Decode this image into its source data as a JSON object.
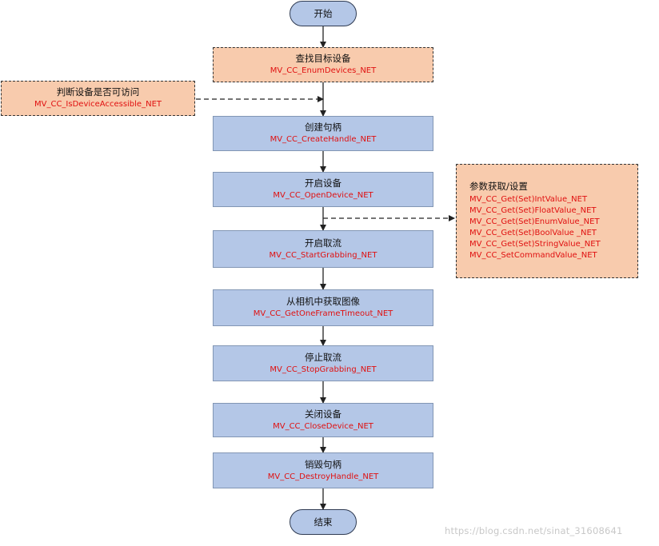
{
  "start": "开始",
  "end": "结束",
  "steps": [
    {
      "title": "查找目标设备",
      "api": "MV_CC_EnumDevices_NET"
    },
    {
      "title": "创建句柄",
      "api": "MV_CC_CreateHandle_NET"
    },
    {
      "title": "开启设备",
      "api": "MV_CC_OpenDevice_NET"
    },
    {
      "title": "开启取流",
      "api": "MV_CC_StartGrabbing_NET"
    },
    {
      "title": "从相机中获取图像",
      "api": "MV_CC_GetOneFrameTimeout_NET"
    },
    {
      "title": "停止取流",
      "api": "MV_CC_StopGrabbing_NET"
    },
    {
      "title": "关闭设备",
      "api": "MV_CC_CloseDevice_NET"
    },
    {
      "title": "销毁句柄",
      "api": "MV_CC_DestroyHandle_NET"
    }
  ],
  "side_check": {
    "title": "判断设备是否可访问",
    "api": "MV_CC_IsDeviceAccessible_NET"
  },
  "params": {
    "title": "参数获取/设置",
    "items": [
      "MV_CC_Get(Set)IntValue_NET",
      "MV_CC_Get(Set)FloatValue_NET",
      "MV_CC_Get(Set)EnumValue_NET",
      "MV_CC_Get(Set)BoolValue _NET",
      "MV_CC_Get(Set)StringValue_NET",
      "MV_CC_SetCommandValue_NET"
    ]
  },
  "watermark": "https://blog.csdn.net/sinat_31608641",
  "colors": {
    "step_fill": "#b4c7e7",
    "note_fill": "#f8cbad",
    "api_text": "#e01010",
    "arrow": "#222222"
  }
}
